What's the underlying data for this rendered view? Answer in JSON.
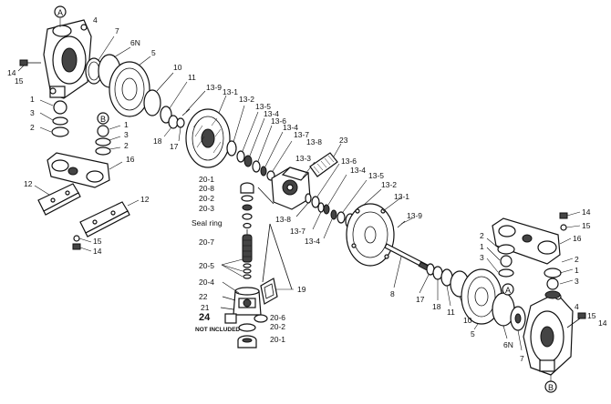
{
  "labels": {
    "circle_A": "A",
    "circle_B": "B",
    "l_4a": "4",
    "l_7a": "7",
    "l_6Na": "6N",
    "l_5a": "5",
    "l_10a": "10",
    "l_11a": "11",
    "l_13_9a": "13-9",
    "l_13_1a": "13-1",
    "l_14a": "14",
    "l_15a": "15",
    "l_1a": "1",
    "l_3a": "3",
    "l_2a": "2",
    "l_1b": "1",
    "l_3b": "3",
    "l_2b": "2",
    "l_16a": "16",
    "l_18a": "18",
    "l_17a": "17",
    "l_12a": "12",
    "l_12b": "12",
    "l_15b": "15",
    "l_14b": "14",
    "l_13_2a": "13-2",
    "l_13_5a": "13-5",
    "l_13_4a": "13-4",
    "l_13_6a": "13-6",
    "l_13_4b": "13-4",
    "l_13_7a": "13-7",
    "l_13_8a": "13-8",
    "l_13_3": "13-3",
    "l_23": "23",
    "l_13_6b": "13-6",
    "l_13_4c": "13-4",
    "l_13_5b": "13-5",
    "l_13_2b": "13-2",
    "l_13_1b": "13-1",
    "l_13_9b": "13-9",
    "l_13_8b": "13-8",
    "l_13_7b": "13-7",
    "l_13_4d": "13-4",
    "l_20_1a": "20-1",
    "l_20_8": "20-8",
    "l_20_2a": "20-2",
    "l_20_3": "20-3",
    "l_seal": "Seal ring",
    "l_20_7": "20-7",
    "l_20_5": "20-5",
    "l_20_4": "20-4",
    "l_22": "22",
    "l_21": "21",
    "l_24": "24",
    "l_not_included": "NOT INCLUDED",
    "l_20_6": "20-6",
    "l_20_2b": "20-2",
    "l_20_1b": "20-1",
    "l_19": "19",
    "l_8": "8",
    "l_17b": "17",
    "l_18b": "18",
    "l_11b": "11",
    "l_10b": "10",
    "l_5b": "5",
    "l_6Nb": "6N",
    "l_7b": "7",
    "l_4b": "4",
    "l_15c": "15",
    "l_14c": "14",
    "l_14d": "14",
    "l_15d": "15",
    "l_16b": "16",
    "l_2c": "2",
    "l_1c": "1",
    "l_3c": "3",
    "l_2d": "2",
    "l_1d": "1",
    "l_3d": "3"
  }
}
